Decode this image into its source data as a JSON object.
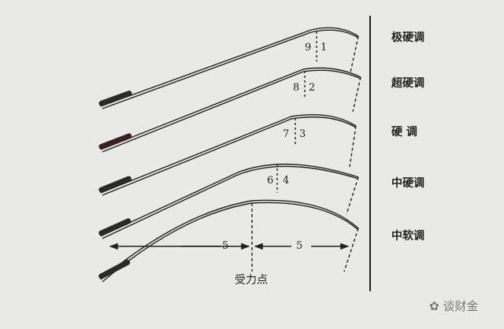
{
  "labels": [
    "极硬调",
    "超硬调",
    "硬 调",
    "中硬调",
    "中软调"
  ],
  "ratios": [
    {
      "left": "9",
      "right": "1"
    },
    {
      "left": "8",
      "right": "2"
    },
    {
      "left": "7",
      "right": "3"
    },
    {
      "left": "6",
      "right": "4"
    }
  ],
  "soft": {
    "left": "5",
    "right": "5",
    "point_label": "受力点"
  },
  "watermark": "谈财金",
  "colors": {
    "background": "#e9e9e7",
    "line": "#222222"
  }
}
